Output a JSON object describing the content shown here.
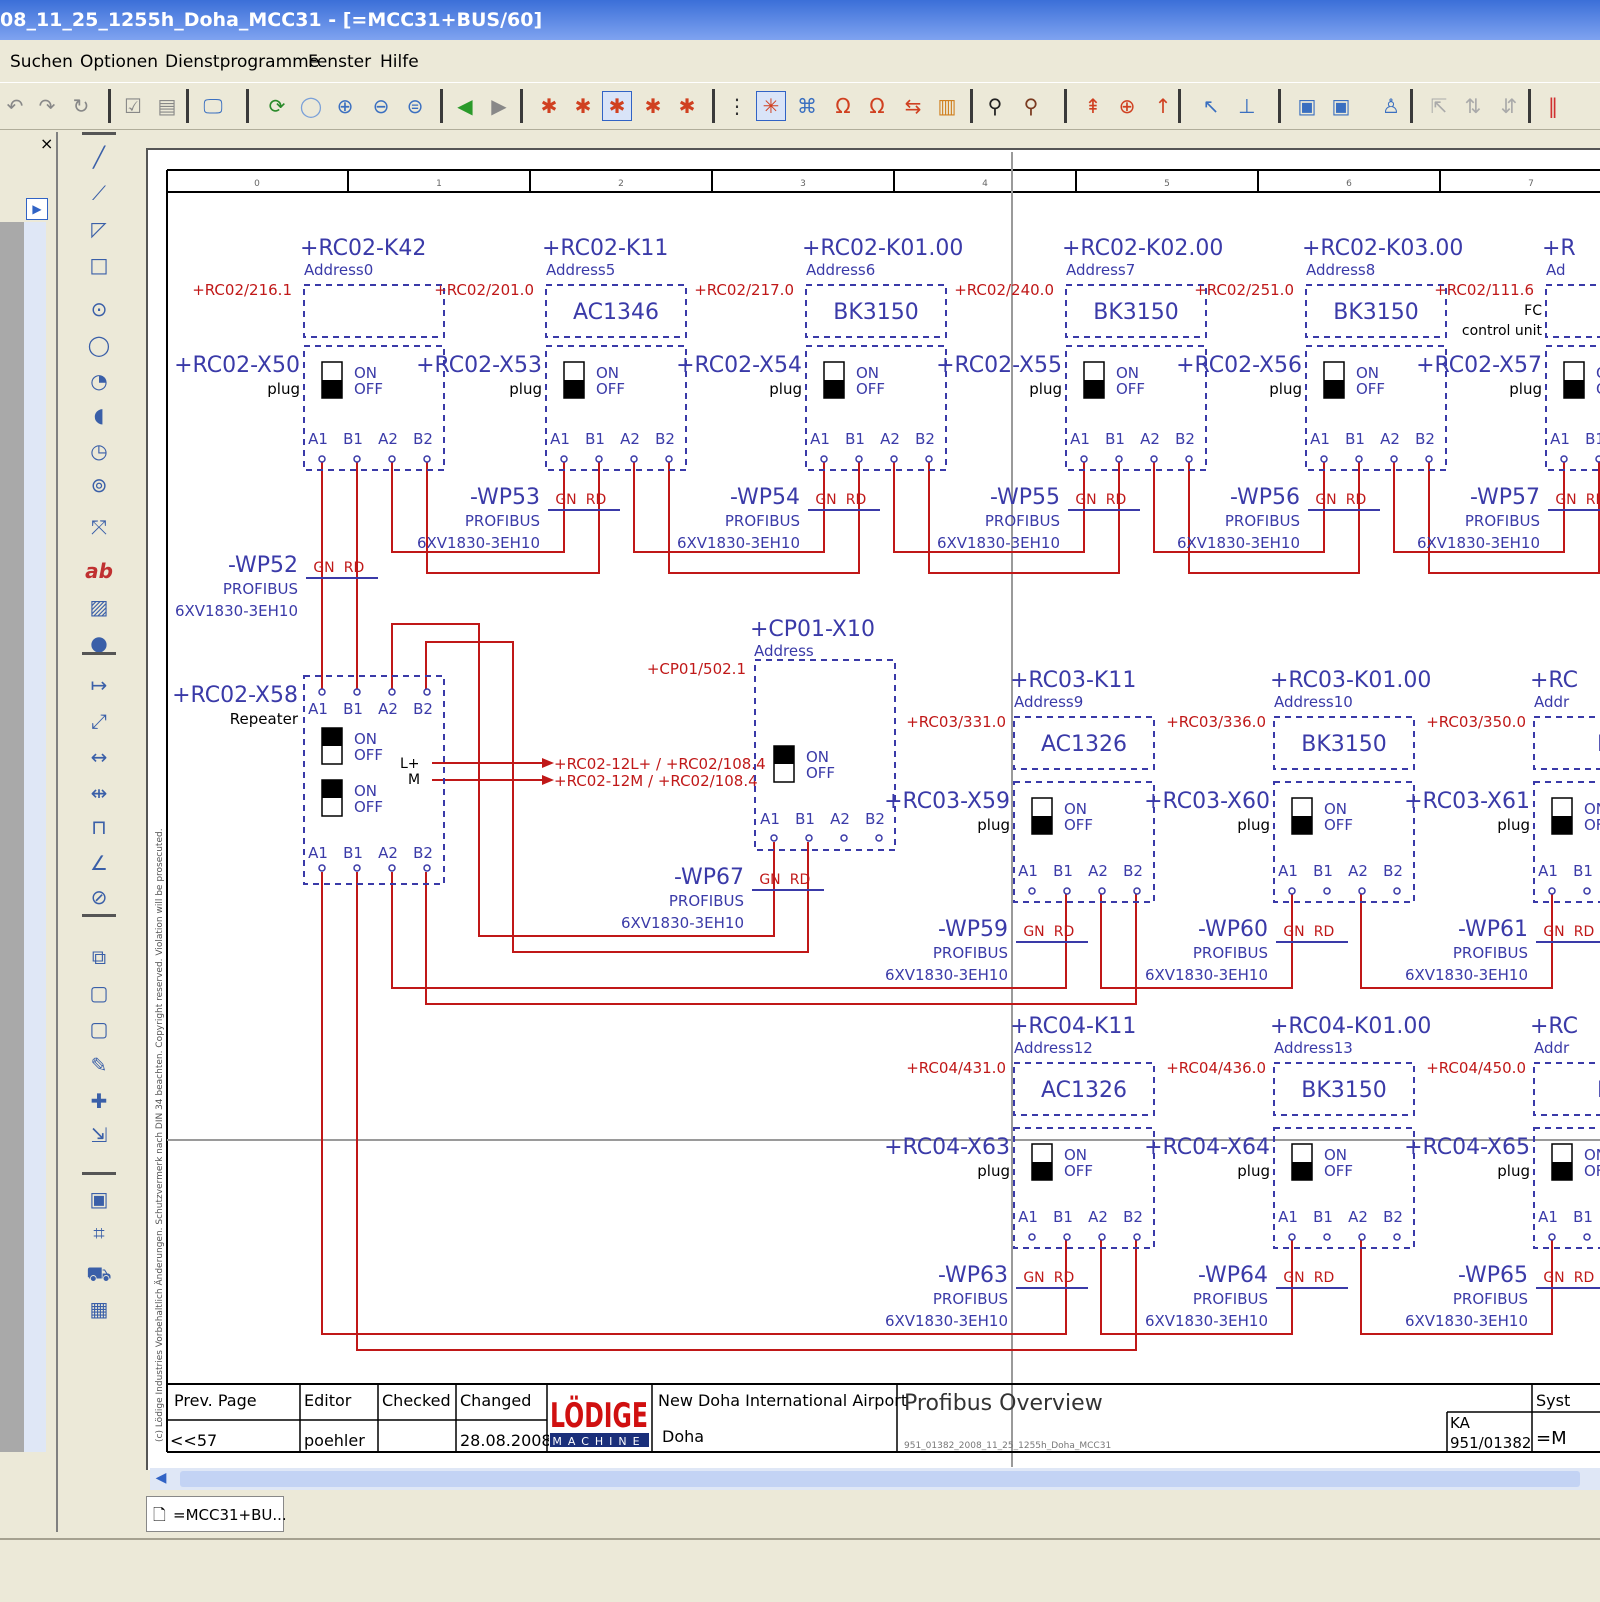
{
  "window": {
    "title": "08_11_25_1255h_Doha_MCC31 - [=MCC31+BUS/60]"
  },
  "menu": [
    "Suchen",
    "Optionen",
    "Dienstprogramme",
    "Fenster",
    "Hilfe"
  ],
  "toolbar_icons": [
    "undo-icon",
    "redo-icon",
    "redo-all-icon",
    "check-icon",
    "box-icon",
    "monitor-icon",
    "refresh-icon",
    "circle-icon",
    "zoom-in-icon",
    "zoom-out-icon",
    "zoom-fit-icon",
    "go-back-icon",
    "go-forward-icon",
    "grid-a-icon",
    "grid-b-icon",
    "grid-c-icon",
    "grid-d-icon",
    "grid-e-icon",
    "dots-grid-icon",
    "snap-icon",
    "cross-icon",
    "omega-icon",
    "omega-b-icon",
    "connect-icon",
    "chart-icon",
    "binoculars-icon",
    "binoculars-b-icon",
    "insert-icon",
    "target-icon",
    "arrow-icon",
    "pointer-icon",
    "symbol-icon",
    "page-icon",
    "page-b-icon",
    "user-icon",
    "move-icon",
    "up-icon",
    "updown-icon",
    "stop-icon"
  ],
  "side_tools": [
    "line-icon",
    "polyline-icon",
    "polygon-icon",
    "rect-icon",
    "circle-icon",
    "circle-b-icon",
    "arc-icon",
    "arc-b-icon",
    "pie-icon",
    "ellipse-icon",
    "connector-icon",
    "text-icon",
    "image-icon",
    "globe-icon",
    "dim-icon",
    "dim-b-icon",
    "dim-c-icon",
    "dim-d-icon",
    "dim-e-icon",
    "angle-icon",
    "radius-icon",
    "copy-icon",
    "new-icon",
    "page-icon",
    "edit-icon",
    "add-icon",
    "move-icon",
    "frame-icon",
    "frame-b-icon",
    "cart-icon",
    "graph-icon"
  ],
  "schematic": {
    "ruler_labels": [
      "0",
      "1",
      "2",
      "3",
      "4",
      "5",
      "6",
      "7"
    ],
    "top_modules": [
      {
        "name": "+RC02-K42",
        "addr": "Address0",
        "body": "",
        "xref": "+RC02/216.1"
      },
      {
        "name": "+RC02-K11",
        "addr": "Address5",
        "body": "AC1346",
        "xref": "+RC02/201.0"
      },
      {
        "name": "+RC02-K01.00",
        "addr": "Address6",
        "body": "BK3150",
        "xref": "+RC02/217.0"
      },
      {
        "name": "+RC02-K02.00",
        "addr": "Address7",
        "body": "BK3150",
        "xref": "+RC02/240.0"
      },
      {
        "name": "+RC02-K03.00",
        "addr": "Address8",
        "body": "BK3150",
        "xref": "+RC02/251.0"
      },
      {
        "name": "+R",
        "addr": "Ad",
        "body": "",
        "xref": "+RC02/111.6"
      }
    ],
    "fc_note": [
      "FC",
      "control unit"
    ],
    "plugs_top": [
      "+RC02-X50",
      "+RC02-X53",
      "+RC02-X54",
      "+RC02-X55",
      "+RC02-X56",
      "+RC02-X57"
    ],
    "plug_word": "plug",
    "switch_on": "ON",
    "switch_off": "OFF",
    "pins": [
      "A1",
      "B1",
      "A2",
      "B2"
    ],
    "cable_type": "PROFIBUS",
    "cable_part": "6XV1830-3EH10",
    "gn": "GN",
    "rd": "RD",
    "cables_top": [
      "-WP53",
      "-WP54",
      "-WP55",
      "-WP56",
      "-WP57"
    ],
    "wp52": "-WP52",
    "repeater": {
      "name": "+RC02-X58",
      "label": "Repeater",
      "l": "L+",
      "m": "M"
    },
    "power_refs": [
      "+RC02-12L+ / +RC02/108.4",
      "+RC02-12M / +RC02/108.4"
    ],
    "cp01": {
      "name": "+CP01-X10",
      "addr": "Address",
      "xref": "+CP01/502.1"
    },
    "wp67": "-WP67",
    "rc03_modules": [
      {
        "name": "+RC03-K11",
        "addr": "Address9",
        "body": "AC1326",
        "xref": "+RC03/331.0"
      },
      {
        "name": "+RC03-K01.00",
        "addr": "Address10",
        "body": "BK3150",
        "xref": "+RC03/336.0"
      },
      {
        "name": "+RC",
        "addr": "Addr",
        "body": "E",
        "xref": "+RC03/350.0"
      }
    ],
    "rc03_plugs": [
      "+RC03-X59",
      "+RC03-X60",
      "+RC03-X61"
    ],
    "rc03_cables": [
      "-WP59",
      "-WP60",
      "-WP61"
    ],
    "rc04_modules": [
      {
        "name": "+RC04-K11",
        "addr": "Address12",
        "body": "AC1326",
        "xref": "+RC04/431.0"
      },
      {
        "name": "+RC04-K01.00",
        "addr": "Address13",
        "body": "BK3150",
        "xref": "+RC04/436.0"
      },
      {
        "name": "+RC",
        "addr": "Addr",
        "body": "E",
        "xref": "+RC04/450.0"
      }
    ],
    "rc04_plugs": [
      "+RC04-X63",
      "+RC04-X64",
      "+RC04-X65"
    ],
    "rc04_cables": [
      "-WP63",
      "-WP64",
      "-WP65"
    ],
    "copyright": "(c) Lödige Industries Vorbehaltlich Änderungen. Schutzvermerk nach DIN 34 beachten. Copyright reserved. Violation will be prosecuted."
  },
  "titleblock": {
    "prev_page_label": "Prev. Page",
    "prev_page_value": "<<57",
    "editor_label": "Editor",
    "editor_value": "poehler",
    "checked_label": "Checked",
    "changed_label": "Changed",
    "changed_value": "28.08.2008",
    "logo": "LÖDIGE",
    "logo_sub": "MACHINE",
    "project": "New Doha International Airport",
    "place": "Doha",
    "page_title": "Profibus Overview",
    "file_ref": "951_01382_2008_11_25_1255h_Doha_MCC31",
    "ka": "KA",
    "order": "951/01382",
    "syst": "Syst",
    "eq": "=M"
  },
  "doc_tab": "=MCC31+BU..."
}
